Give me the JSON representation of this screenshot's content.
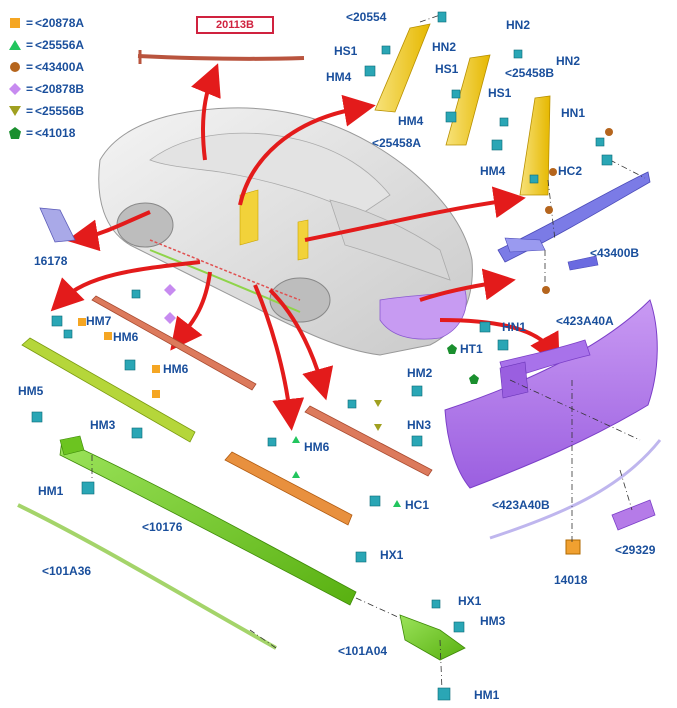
{
  "legend": [
    {
      "symbol": "square",
      "color": "#f5a623",
      "equals": "=",
      "code": "<20878A"
    },
    {
      "symbol": "triangle",
      "color": "#22c55e",
      "equals": "=",
      "code": "<25556A"
    },
    {
      "symbol": "circle",
      "color": "#b5651d",
      "equals": "=",
      "code": "<43400A"
    },
    {
      "symbol": "diamond",
      "color": "#c78bf0",
      "equals": "=",
      "code": "<20878B"
    },
    {
      "symbol": "triangle-down",
      "color": "#a0a020",
      "equals": "=",
      "code": "<25556B"
    },
    {
      "symbol": "pentagon",
      "color": "#1a8f2e",
      "equals": "=",
      "code": "<41018"
    }
  ],
  "boxed_code": "20113B",
  "labels": {
    "p20554": "<20554",
    "hs1_a": "HS1",
    "hn2_a": "HN2",
    "hm4_a": "HM4",
    "hs1_b": "HS1",
    "hn2_b": "HN2",
    "p25458b": "<25458B",
    "hs1_c": "HS1",
    "hm4_b": "HM4",
    "p25458a": "<25458A",
    "hn1_a": "HN1",
    "hm4_c": "HM4",
    "hc2": "HC2",
    "p16178": "16178",
    "p43400b": "<43400B",
    "hm7": "HM7",
    "hm6_a": "HM6",
    "hm6_b": "HM6",
    "hn1_b": "HN1",
    "p423a40a": "<423A40A",
    "ht1": "HT1",
    "hm5": "HM5",
    "hm3_a": "HM3",
    "hm2": "HM2",
    "hm6_c": "HM6",
    "hn3": "HN3",
    "hm1_a": "HM1",
    "p10176": "<10176",
    "hc1": "HC1",
    "p423a40b": "<423A40B",
    "p29329": "<29329",
    "p101a36": "<101A36",
    "hx1_a": "HX1",
    "p14018": "14018",
    "hx1_b": "HX1",
    "hm3_b": "HM3",
    "p101a04": "<101A04",
    "hm1_b": "HM1"
  },
  "colors": {
    "label": "#1a4f9c",
    "arrow": "#e31b1b",
    "pillar_yellow": "#f2d23a",
    "bumper_purple": "#b57be8",
    "spoiler_blue": "#6a6ae0",
    "sill_green": "#7ed321",
    "molding_olive": "#a6c832",
    "molding_red": "#d9694a",
    "molding_orange": "#e08a3a",
    "clip_teal": "#2aa6b5"
  }
}
